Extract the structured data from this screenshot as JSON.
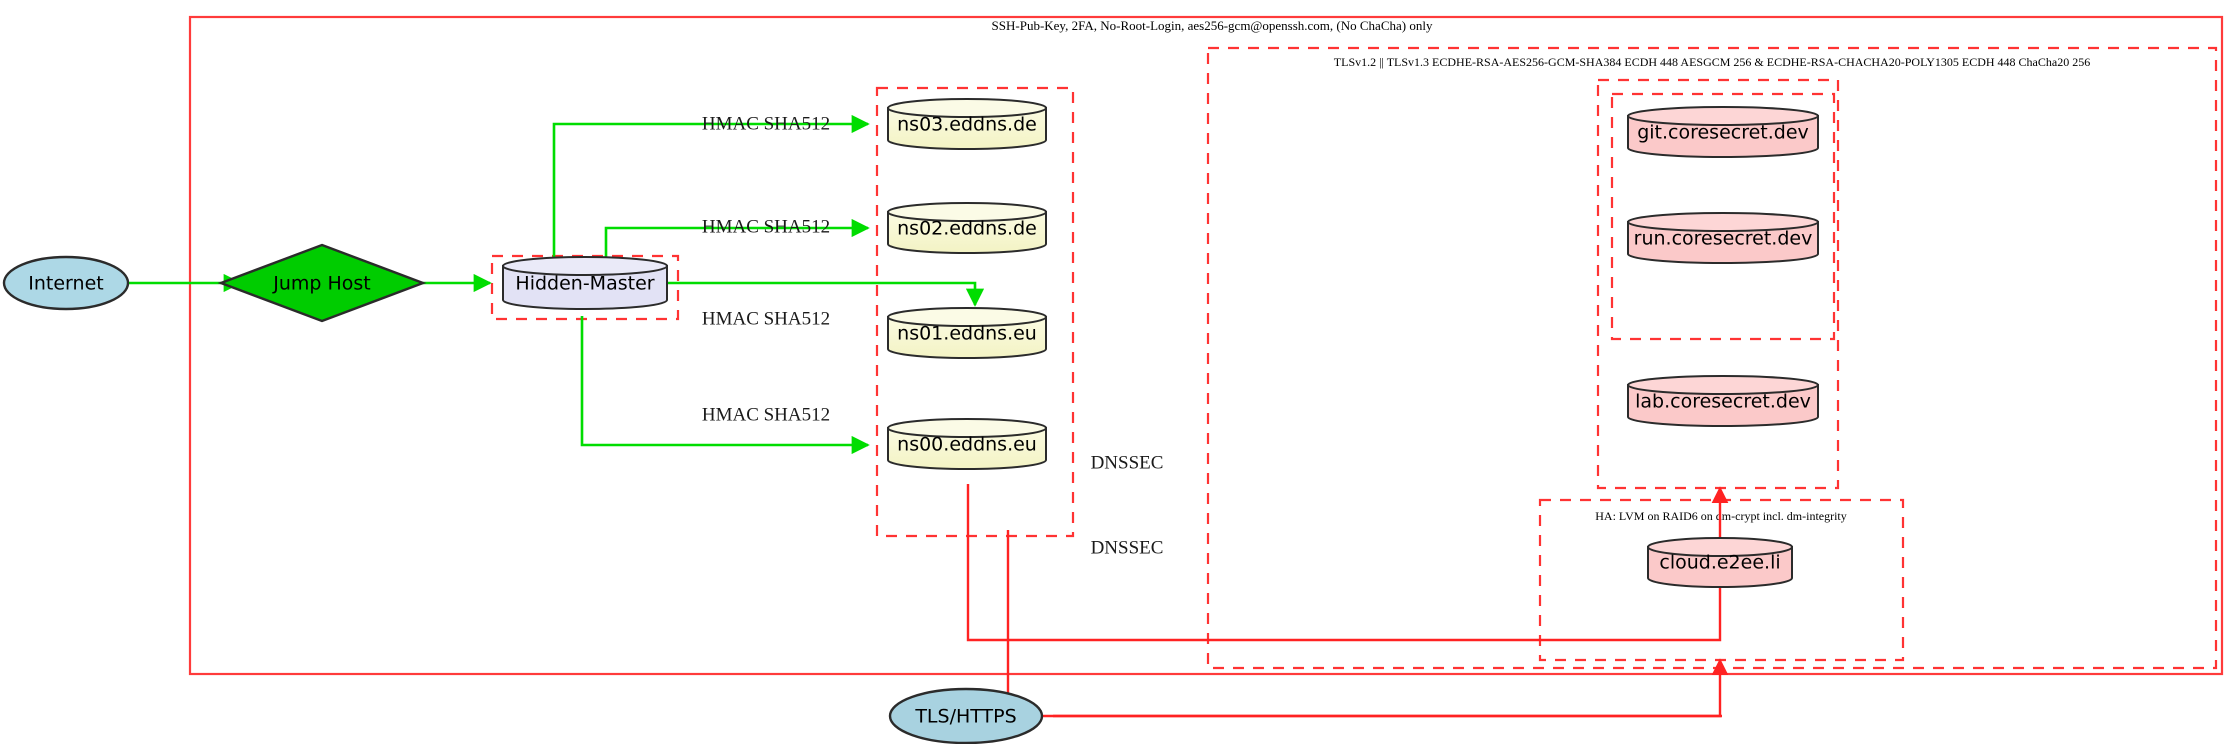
{
  "diagram": {
    "title_note": "SSH-Pub-Key, 2FA, No-Root-Login, aes256-gcm@openssh.com, (No ChaCha) only",
    "clusters": {
      "ssh_perimeter_label": "SSH-Pub-Key, 2FA, No-Root-Login, aes256-gcm@openssh.com, (No ChaCha) only",
      "tls_perimeter_label": "TLSv1.2 || TLSv1.3 ECDHE-RSA-AES256-GCM-SHA384 ECDH 448 AESGCM 256 & ECDHE-RSA-CHACHA20-POLY1305 ECDH 448 ChaCha20 256",
      "ha_label": "HA: LVM on RAID6 on dm-crypt incl. dm-integrity"
    },
    "nodes": {
      "internet": "Internet",
      "jump_host": "Jump Host",
      "hidden_master": "Hidden-Master",
      "ns03": "ns03.eddns.de",
      "ns02": "ns02.eddns.de",
      "ns01": "ns01.eddns.eu",
      "ns00": "ns00.eddns.eu",
      "git": "git.coresecret.dev",
      "run": "run.coresecret.dev",
      "lab": "lab.coresecret.dev",
      "cloud": "cloud.e2ee.li",
      "tls_https": "TLS/HTTPS"
    },
    "edge_labels": {
      "hmac_ns03": "HMAC SHA512",
      "hmac_ns02": "HMAC SHA512",
      "hmac_ns01": "HMAC SHA512",
      "hmac_ns00": "HMAC SHA512",
      "dnssec_upper": "DNSSEC",
      "dnssec_lower": "DNSSEC"
    },
    "colors": {
      "internet_fill": "#add8e6",
      "jump_host_fill": "#00cc00",
      "hidden_master_fill": "#e2e2f5",
      "nameserver_fill": "#f7f7d0",
      "service_fill": "#fbc9c9",
      "tls_https_fill": "#a8d2e0",
      "perimeter_stroke": "#ff3333",
      "secure_edge_stroke": "#00dd00",
      "tls_edge_stroke": "#ff2222"
    }
  }
}
